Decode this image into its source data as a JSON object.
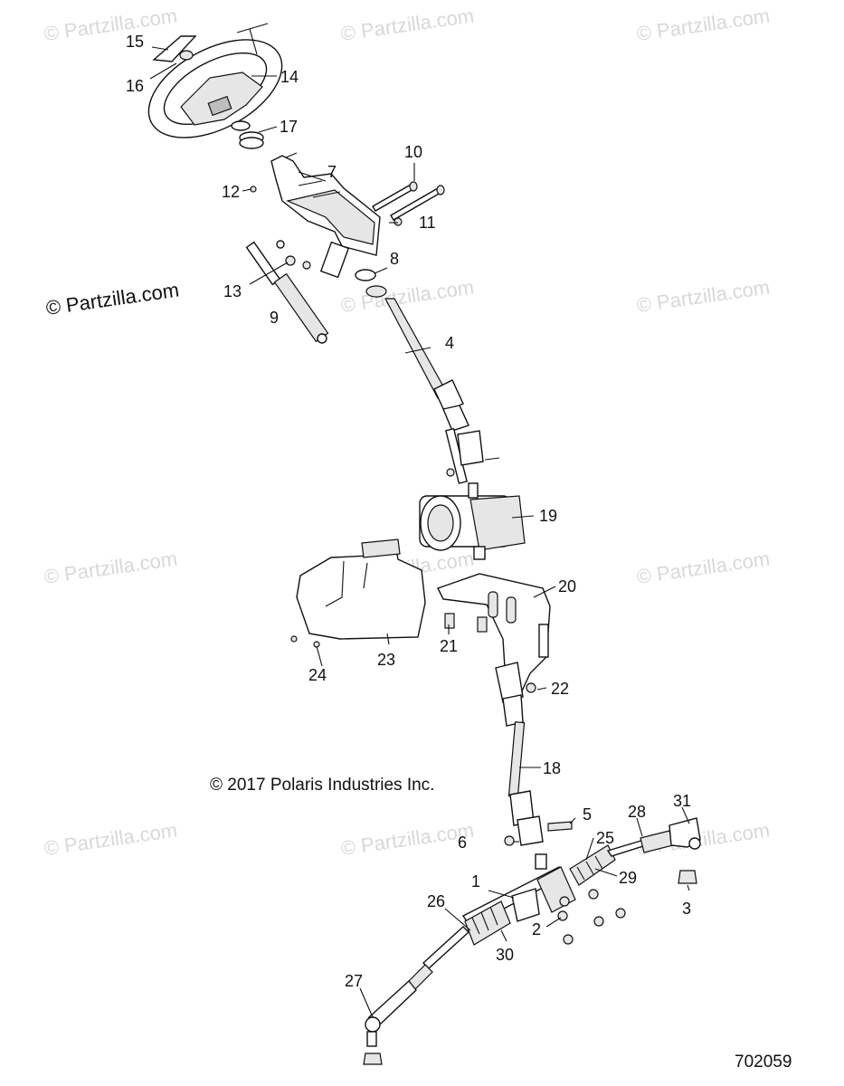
{
  "watermarks": [
    "© Partzilla.com",
    "© Partzilla.com",
    "© Partzilla.com",
    "© Partzilla.com",
    "© Partzilla.com",
    "© Partzilla.com",
    "© Partzilla.com",
    "© Partzilla.com",
    "© Partzilla.com",
    "© Partzilla.com",
    "© Partzilla.com"
  ],
  "watermark_main": "© Partzilla.com",
  "copyright": "© 2017 Polaris Industries Inc.",
  "diagram_id": "702059",
  "callouts": [
    "15",
    "16",
    "14",
    "17",
    "12",
    "7",
    "10",
    "11",
    "8",
    "13",
    "9",
    "4",
    "19",
    "20",
    "21",
    "22",
    "23",
    "24",
    "18",
    "5",
    "6",
    "28",
    "31",
    "25",
    "29",
    "1",
    "26",
    "2",
    "3",
    "30",
    "27"
  ]
}
